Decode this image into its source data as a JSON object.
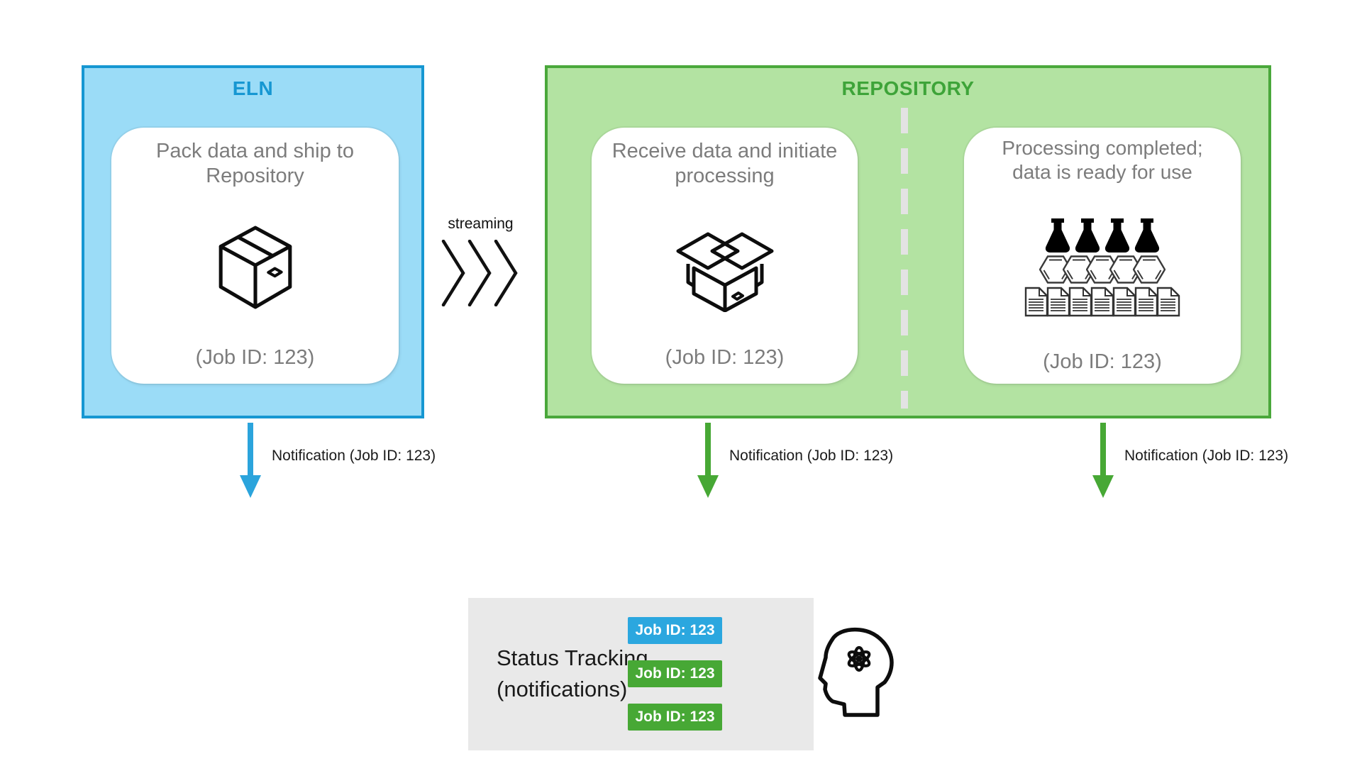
{
  "eln": {
    "title": "ELN",
    "card": {
      "text": "Pack data and ship to Repository",
      "job_id": "(Job ID: 123)"
    },
    "colors": {
      "fill": "#9bdcf7",
      "border": "#1697d2"
    }
  },
  "streaming": {
    "label": "streaming"
  },
  "repository": {
    "title": "REPOSITORY",
    "receive_card": {
      "text": "Receive data and initiate processing",
      "job_id": "(Job ID: 123)"
    },
    "processing_card": {
      "text": "Processing completed; data is ready for use",
      "job_id": "(Job ID: 123)"
    },
    "colors": {
      "fill": "#b3e3a2",
      "border": "#4aa83b",
      "title": "#3ea439",
      "divider": "#e3e3e3"
    }
  },
  "notifications": [
    {
      "label": "Notification (Job ID: 123)",
      "arrow_color": "#2ba4dc"
    },
    {
      "label": "Notification (Job ID: 123)",
      "arrow_color": "#47a835"
    },
    {
      "label": "Notification (Job ID: 123)",
      "arrow_color": "#47a835"
    }
  ],
  "status_tracking": {
    "title_line1": "Status Tracking",
    "title_line2": "(notifications)",
    "badges": [
      {
        "label": "Job ID: 123",
        "color": "#2ba7df"
      },
      {
        "label": "Job ID: 123",
        "color": "#47a835"
      },
      {
        "label": "Job ID: 123",
        "color": "#47a835"
      }
    ]
  },
  "icons": {
    "eln_card": "closed-box-icon",
    "receive_card": "open-box-icon",
    "streaming": "triple-chevron-right-icon",
    "processing_card": [
      "flask-icon",
      "molecule-hexagon-icon",
      "document-icon"
    ],
    "status": "head-with-atom-icon"
  }
}
